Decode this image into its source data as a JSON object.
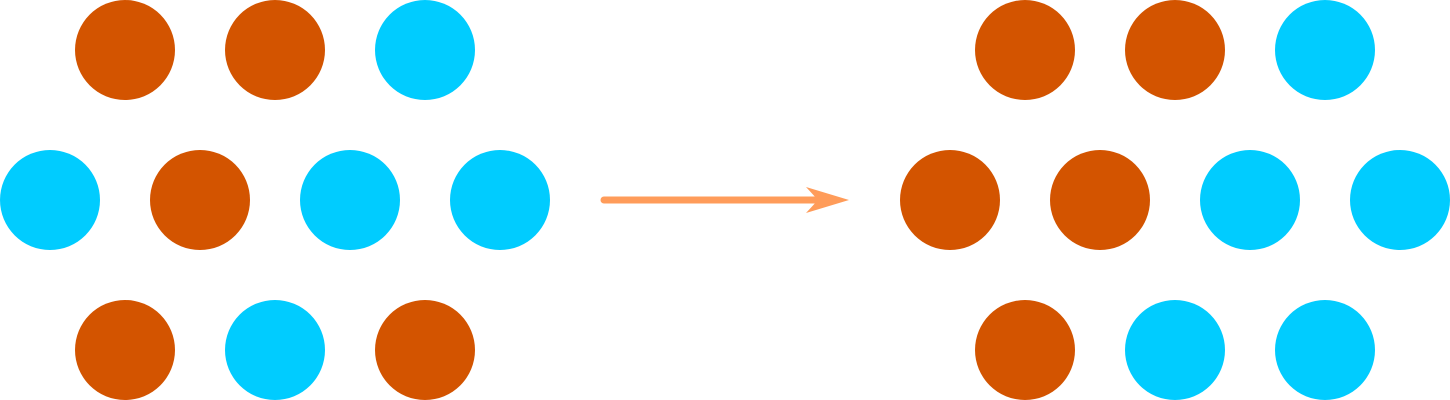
{
  "colors": {
    "orange": "#D35400",
    "cyan": "#00CCFF",
    "arrow": "#FF9C5A"
  },
  "diagram": {
    "before": {
      "rows": [
        [
          "orange",
          "orange",
          "cyan"
        ],
        [
          "cyan",
          "orange",
          "cyan",
          "cyan"
        ],
        [
          "orange",
          "cyan",
          "orange"
        ]
      ]
    },
    "after": {
      "rows": [
        [
          "orange",
          "orange",
          "cyan"
        ],
        [
          "orange",
          "orange",
          "cyan",
          "cyan"
        ],
        [
          "orange",
          "cyan",
          "cyan"
        ]
      ]
    },
    "arrow_direction": "right"
  }
}
